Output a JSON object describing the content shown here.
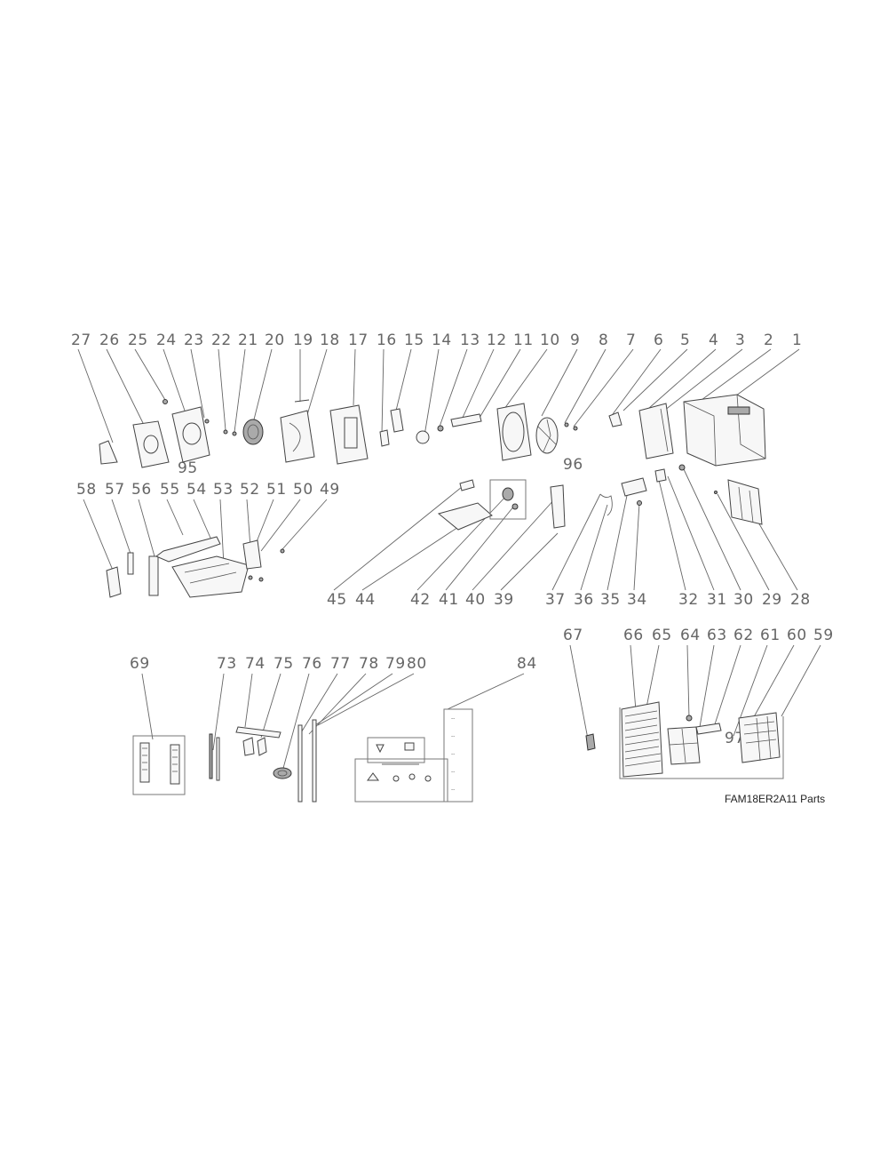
{
  "caption": "FAM18ER2A11 Parts",
  "callouts": {
    "row1": [
      "27",
      "26",
      "25",
      "24",
      "23",
      "22",
      "21",
      "20",
      "19",
      "18",
      "17",
      "16",
      "15",
      "14",
      "13",
      "12",
      "11",
      "10",
      "9",
      "8",
      "7",
      "6",
      "5",
      "4",
      "3",
      "2",
      "1"
    ],
    "row1_sub": [
      "95"
    ],
    "row2_top": [
      "58",
      "57",
      "56",
      "55",
      "54",
      "53",
      "52",
      "51",
      "50",
      "49"
    ],
    "row2_bottom": [
      "45",
      "44",
      "42",
      "41",
      "40",
      "39",
      "37",
      "36",
      "35",
      "34",
      "32",
      "31",
      "30",
      "29",
      "28"
    ],
    "row2_sub": [
      "96"
    ],
    "row3_left": [
      "69",
      "73",
      "74",
      "75",
      "76",
      "77",
      "78",
      "79",
      "80",
      "84"
    ],
    "row3_right": [
      "67",
      "66",
      "65",
      "64",
      "63",
      "62",
      "61",
      "60",
      "59"
    ],
    "row3_sub": [
      "97"
    ]
  },
  "colors": {
    "ink": "#666666",
    "line": "#444444",
    "fill": "#f7f7f7"
  }
}
